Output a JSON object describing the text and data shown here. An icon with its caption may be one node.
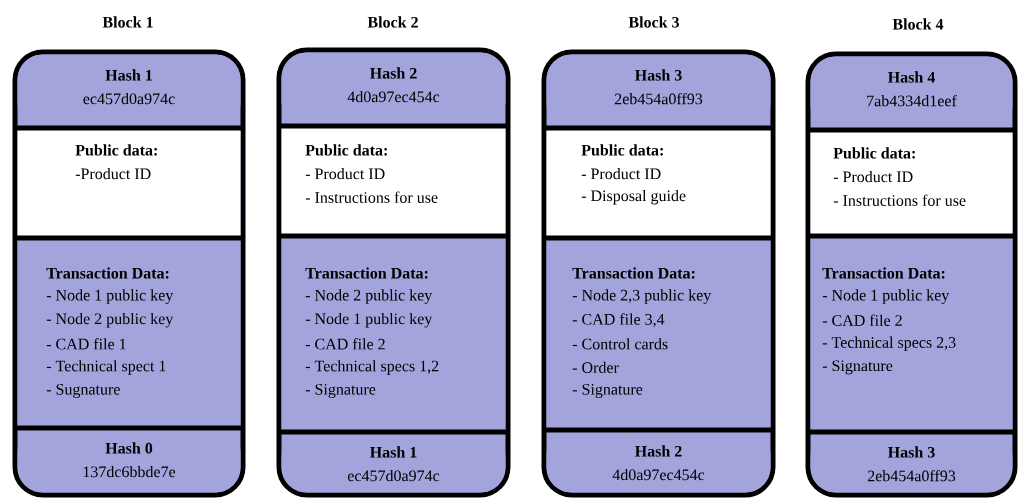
{
  "diagram": {
    "nodes": [
      {
        "text": [
          "Block 1"
        ]
      },
      {
        "text": [
          "Hash 1",
          "ec457d0a974c"
        ],
        "in": 0
      },
      {
        "text": [
          "Public data:",
          "-Product ID"
        ],
        "in": 0
      },
      {
        "text": [
          "Transaction Data:",
          "- Node 1 public key",
          "- Node 2 public key",
          "- CAD file 1",
          "- Technical spect 1",
          "- Sugnature"
        ],
        "in": 0
      },
      {
        "text": [
          "Hash 0",
          "137dc6bbde7e"
        ],
        "in": 0
      },
      {
        "text": [
          "Block 2"
        ]
      },
      {
        "text": [
          "Hash 2",
          "4d0a97ec454c"
        ],
        "in": 5
      },
      {
        "text": [
          "Public data:",
          "- Product ID",
          "- Instructions for use"
        ],
        "in": 5
      },
      {
        "text": [
          "Transaction Data:",
          "- Node 2 public key",
          "- Node 1 public key",
          "- CAD file 2",
          "- Technical specs 1,2",
          "- Signature"
        ],
        "in": 5
      },
      {
        "text": [
          "Hash 1",
          "ec457d0a974c"
        ],
        "in": 5
      },
      {
        "text": [
          "Block 3"
        ]
      },
      {
        "text": [
          "Hash 3",
          "2eb454a0ff93"
        ],
        "in": 10
      },
      {
        "text": [
          "Public data:",
          "- Product ID",
          "- Disposal guide"
        ],
        "in": 10
      },
      {
        "text": [
          "Transaction Data:",
          "- Node 2,3 public key",
          "- CAD file 3,4",
          "- Control cards",
          "- Order",
          "- Signature"
        ],
        "in": 10
      },
      {
        "text": [
          "Hash 2",
          "4d0a97ec454c"
        ],
        "in": 10
      },
      {
        "text": [
          "Block 4"
        ]
      },
      {
        "text": [
          "Hash 4",
          "7ab4334d1eef"
        ],
        "in": 15
      },
      {
        "text": [
          "Public data:",
          "- Product ID",
          "- Instructions for use"
        ],
        "in": 15
      },
      {
        "text": [
          "Transaction Data:",
          "- Node 1 public key",
          "- CAD file 2",
          "- Technical specs 2,3",
          "- Signature"
        ],
        "in": 15
      },
      {
        "text": [
          "Hash 3",
          "2eb454a0ff93"
        ],
        "in": 15
      }
    ]
  }
}
